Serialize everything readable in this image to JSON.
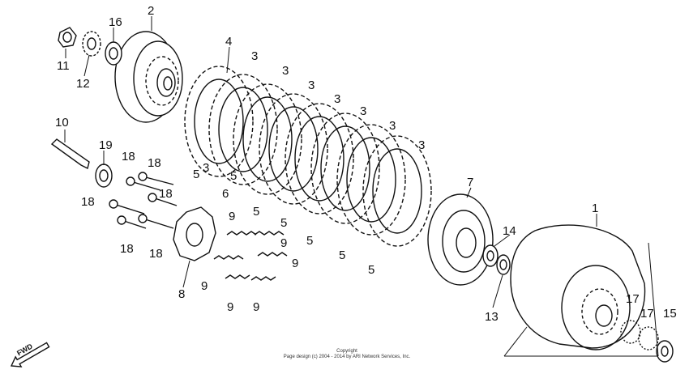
{
  "diagram": {
    "callouts": {
      "c1": "1",
      "c2": "2",
      "c3a": "3",
      "c3b": "3",
      "c3c": "3",
      "c3d": "3",
      "c3e": "3",
      "c3f": "3",
      "c3g": "3",
      "c3h": "3",
      "c4": "4",
      "c5a": "5",
      "c5b": "5",
      "c5c": "5",
      "c5d": "5",
      "c5e": "5",
      "c5f": "5",
      "c5g": "5",
      "c6": "6",
      "c7": "7",
      "c8": "8",
      "c9a": "9",
      "c9b": "9",
      "c9c": "9",
      "c9d": "9",
      "c9e": "9",
      "c9f": "9",
      "c10": "10",
      "c11": "11",
      "c12": "12",
      "c13": "13",
      "c14": "14",
      "c15": "15",
      "c16": "16",
      "c17a": "17",
      "c17b": "17",
      "c18a": "18",
      "c18b": "18",
      "c18c": "18",
      "c18d": "18",
      "c18e": "18",
      "c18f": "18",
      "c19": "19"
    },
    "fwd_label": "FWD",
    "copyright_line1": "Copyright",
    "copyright_line2": "Page design (c) 2004 - 2014 by ARI Network Services, Inc."
  }
}
